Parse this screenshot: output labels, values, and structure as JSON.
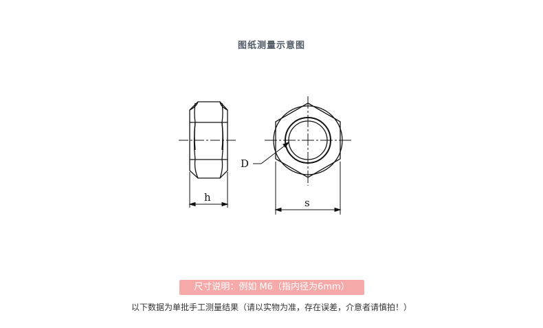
{
  "header": {
    "title": "图纸测量示意图"
  },
  "drawing": {
    "label_d": "D",
    "label_h": "h",
    "label_s": "s"
  },
  "footer": {
    "size_note": "尺寸说明：例如 M6（指内径为6mm）",
    "measure_note": "以下数据为单批手工测量结果（请以实物为准，存在误差，介意者请慎拍！）"
  }
}
